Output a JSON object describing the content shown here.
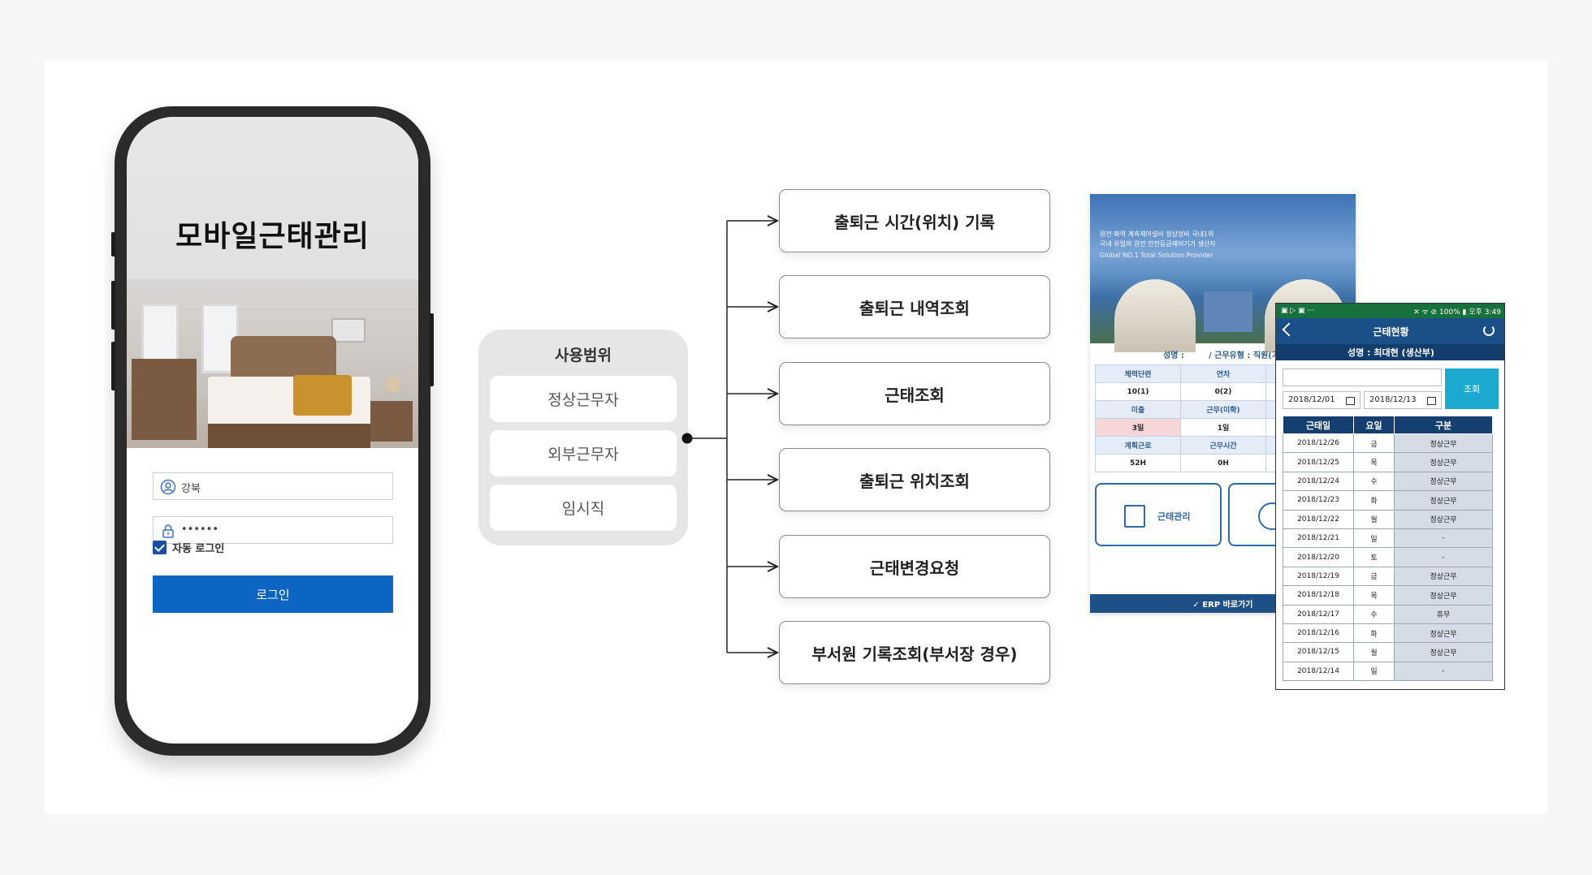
{
  "phone": {
    "app_title": "모바일근태관리",
    "username": "강북",
    "password_mask": "••••••",
    "auto_login_label": "자동 로그인",
    "login_button": "로그인"
  },
  "scope": {
    "title": "사용범위",
    "items": [
      "정상근무자",
      "외부근무자",
      "임시직"
    ]
  },
  "features": [
    "출퇴근 시간(위치) 기록",
    "출퇴근 내역조회",
    "근태조회",
    "출퇴근 위치조회",
    "근태변경요청",
    "부서원 기록조회(부서장 경우)"
  ],
  "shot_a": {
    "banner_line1": "원전·화력 계측제어설비 정상정비 국내1위",
    "banner_line2": "국내 유일의 원전 안전등급제어기기 생산자",
    "banner_line3": "Global NO.1 Total Solution Provider",
    "name_label": "성명 :",
    "type_label": "/ 근무유형 : 직원(기",
    "grid": [
      [
        "체력단련",
        "연차"
      ],
      [
        "10(1)",
        "0(2)"
      ],
      [
        "미출",
        "근무(미확)"
      ],
      [
        "3일",
        "1일"
      ],
      [
        "계획근로",
        "근무시간"
      ],
      [
        "52H",
        "0H"
      ]
    ],
    "card_label": "근태관리",
    "erp_label": "✓ ERP 바로가기"
  },
  "shot_b": {
    "status_left": "▣ ▷ ▣ ···",
    "status_right": "✕ ᯤ ⊘ 100% ▮ 오후 3:49",
    "title": "근태현황",
    "subtitle": "성명 : 최대현 (생산부)",
    "date_from": "2018/12/01",
    "date_to": "2018/12/13",
    "query_button": "조회",
    "headers": [
      "근태일",
      "요일",
      "구분"
    ],
    "rows": [
      [
        "2018/12/26",
        "금",
        "정상근무"
      ],
      [
        "2018/12/25",
        "목",
        "정상근무"
      ],
      [
        "2018/12/24",
        "수",
        "정상근무"
      ],
      [
        "2018/12/23",
        "화",
        "정상근무"
      ],
      [
        "2018/12/22",
        "월",
        "정상근무"
      ],
      [
        "2018/12/21",
        "일",
        "-"
      ],
      [
        "2018/12/20",
        "토",
        "-"
      ],
      [
        "2018/12/19",
        "금",
        "정상근무"
      ],
      [
        "2018/12/18",
        "목",
        "정상근무"
      ],
      [
        "2018/12/17",
        "수",
        "휴무"
      ],
      [
        "2018/12/16",
        "화",
        "정상근무"
      ],
      [
        "2018/12/15",
        "월",
        "정상근무"
      ],
      [
        "2018/12/14",
        "일",
        "-"
      ]
    ]
  },
  "colors": {
    "brand_blue": "#0a66c2",
    "nav_blue": "#1a4e86",
    "status_green": "#16713d",
    "query_cyan": "#1ba9d0"
  }
}
